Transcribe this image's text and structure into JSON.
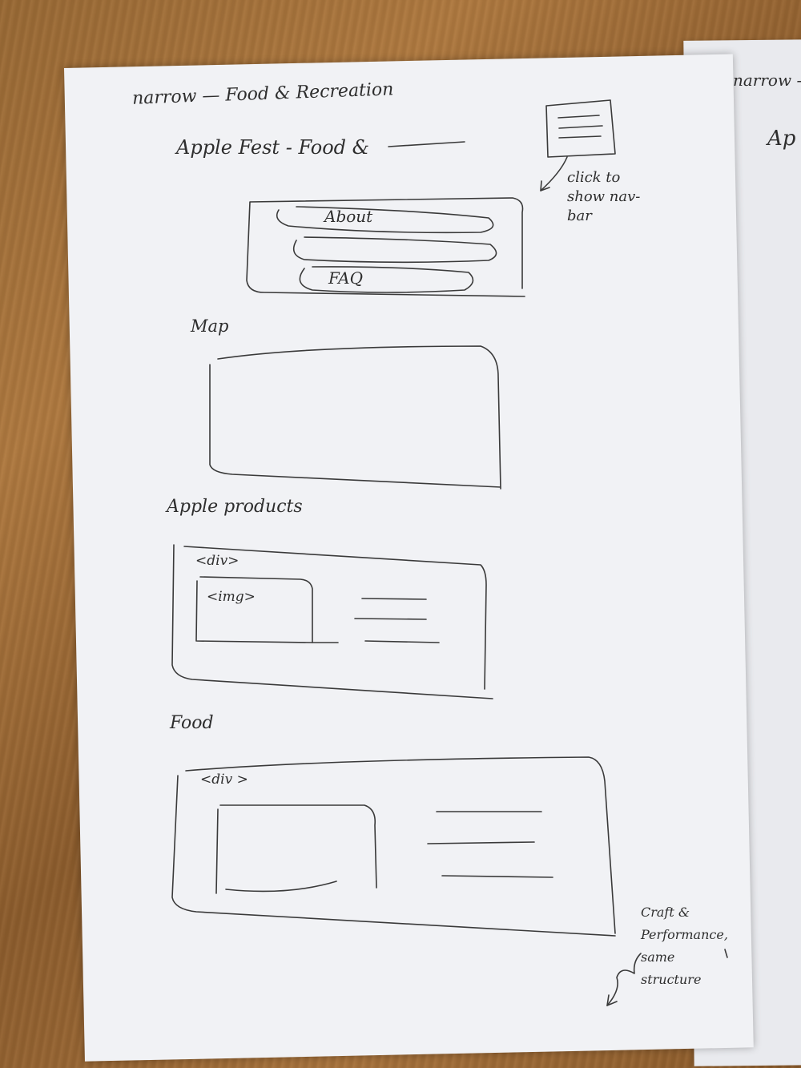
{
  "header_note": "narrow — Food & Recreation",
  "page_title": "Apple Fest - Food &",
  "right_page_fragment": "narrow -",
  "right_page_fragment_2": "Ap",
  "nav_note": "click to show nav-bar",
  "nav_items": [
    "About",
    "",
    "FAQ"
  ],
  "sections": {
    "map": {
      "heading": "Map"
    },
    "products": {
      "heading": "Apple products",
      "div_label": "<div>",
      "img_label": "<img>"
    },
    "food": {
      "heading": "Food",
      "div_label": "<div >"
    }
  },
  "footer_note": "Craft & Performance, same structure",
  "colors": {
    "pencil": "#3a3a3a",
    "paper": "#f1f2f5",
    "wood": "#9a6a35"
  }
}
